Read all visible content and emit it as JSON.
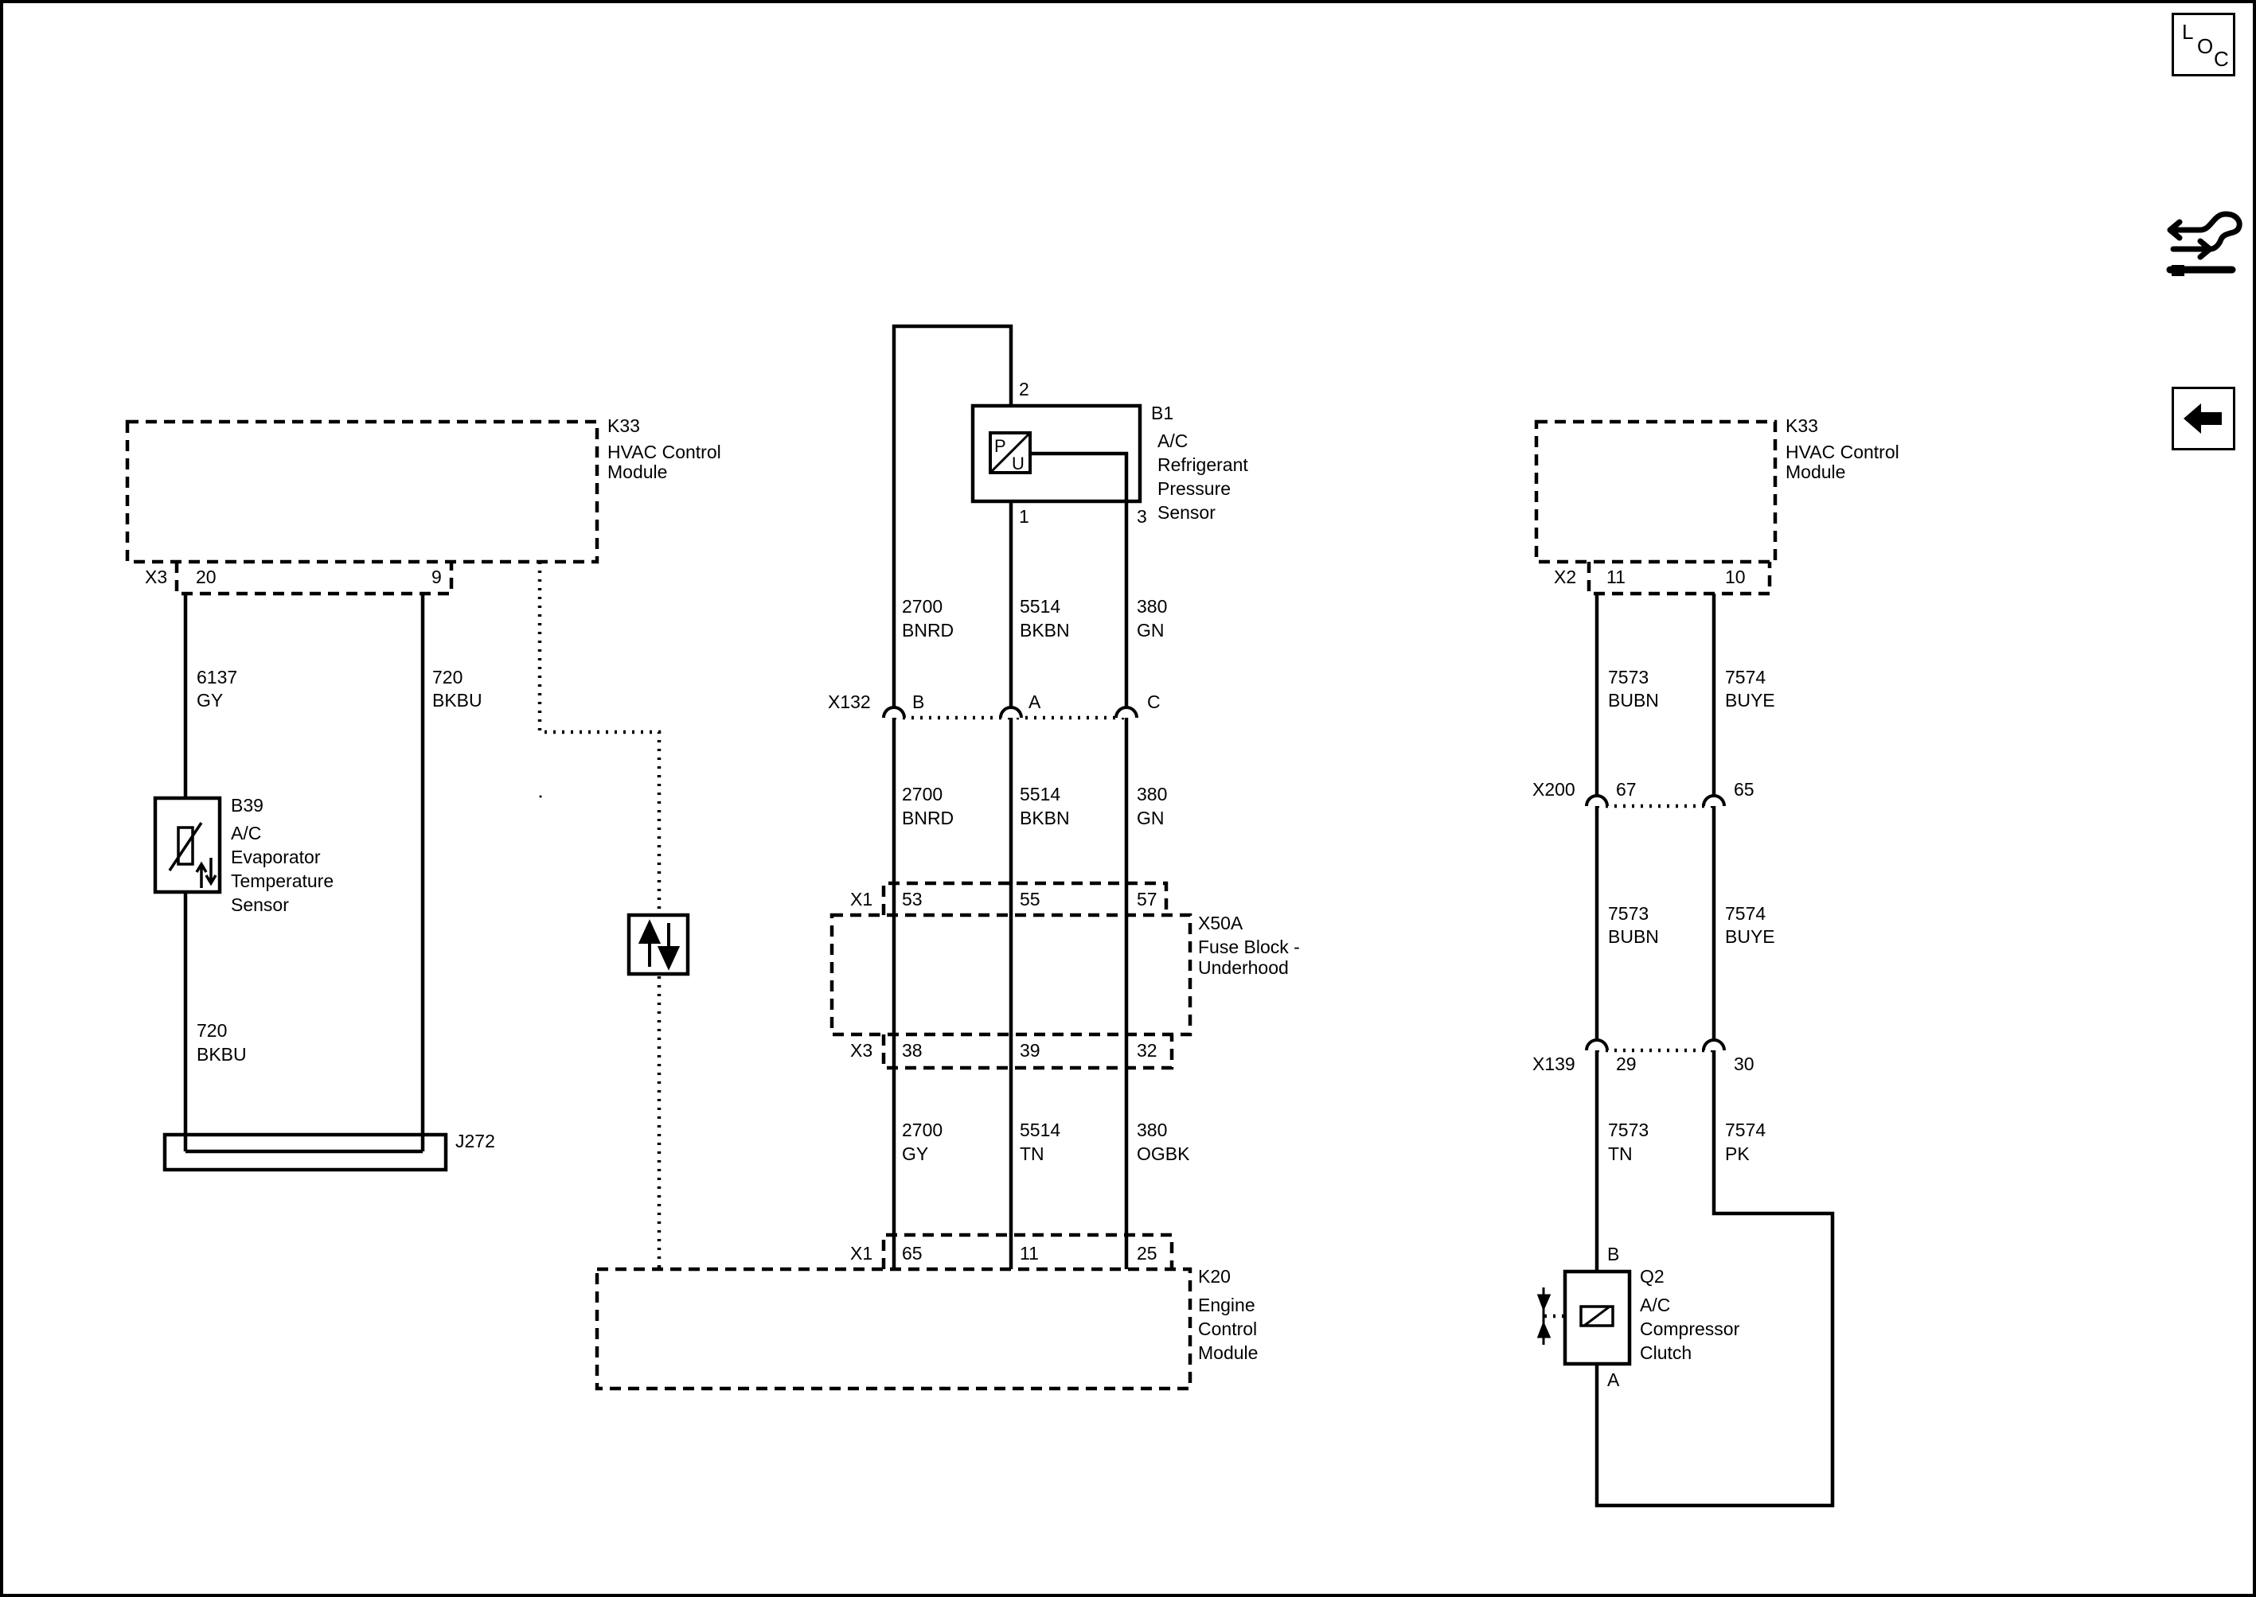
{
  "nav": {
    "loc_button": {
      "l": "L",
      "o": "O",
      "c": "C"
    }
  },
  "components": {
    "k33_left": {
      "ref": "K33",
      "name_line1": "HVAC Control",
      "name_line2": "Module",
      "connector": "X3",
      "pin_a": "20",
      "pin_b": "9"
    },
    "b39": {
      "ref": "B39",
      "line1": "A/C",
      "line2": "Evaporator",
      "line3": "Temperature",
      "line4": "Sensor"
    },
    "j272": {
      "ref": "J272"
    },
    "b1": {
      "ref": "B1",
      "line1": "A/C",
      "line2": "Refrigerant",
      "line3": "Pressure",
      "line4": "Sensor",
      "pin_top": "2",
      "pin_left": "1",
      "pin_right": "3",
      "symbol_p": "P",
      "symbol_u": "U"
    },
    "x132": {
      "ref": "X132",
      "pin_b": "B",
      "pin_a": "A",
      "pin_c": "C"
    },
    "x50a": {
      "ref": "X50A",
      "line1": "Fuse Block -",
      "line2": "Underhood",
      "top_connector": "X1",
      "top_pins": [
        "53",
        "55",
        "57"
      ],
      "bottom_connector": "X3",
      "bottom_pins": [
        "38",
        "39",
        "32"
      ]
    },
    "k20": {
      "ref": "K20",
      "line1": "Engine",
      "line2": "Control",
      "line3": "Module",
      "connector": "X1",
      "pins": [
        "65",
        "11",
        "25"
      ]
    },
    "k33_right": {
      "ref": "K33",
      "name_line1": "HVAC Control",
      "name_line2": "Module",
      "connector": "X2",
      "pin_a": "11",
      "pin_b": "10"
    },
    "x200": {
      "ref": "X200",
      "pin_a": "67",
      "pin_b": "65"
    },
    "x139": {
      "ref": "X139",
      "pin_a": "29",
      "pin_b": "30"
    },
    "q2": {
      "ref": "Q2",
      "line1": "A/C",
      "line2": "Compressor",
      "line3": "Clutch",
      "pin_top": "B",
      "pin_bottom": "A"
    }
  },
  "wires": {
    "left_6137": {
      "circuit": "6137",
      "color": "GY"
    },
    "left_720_upper": {
      "circuit": "720",
      "color": "BKBU"
    },
    "left_720_lower": {
      "circuit": "720",
      "color": "BKBU"
    },
    "mid_upper": [
      {
        "circuit": "2700",
        "color": "BNRD"
      },
      {
        "circuit": "5514",
        "color": "BKBN"
      },
      {
        "circuit": "380",
        "color": "GN"
      }
    ],
    "mid_middle": [
      {
        "circuit": "2700",
        "color": "BNRD"
      },
      {
        "circuit": "5514",
        "color": "BKBN"
      },
      {
        "circuit": "380",
        "color": "GN"
      }
    ],
    "mid_lower": [
      {
        "circuit": "2700",
        "color": "GY"
      },
      {
        "circuit": "5514",
        "color": "TN"
      },
      {
        "circuit": "380",
        "color": "OGBK"
      }
    ],
    "right_upper": [
      {
        "circuit": "7573",
        "color": "BUBN"
      },
      {
        "circuit": "7574",
        "color": "BUYE"
      }
    ],
    "right_middle": [
      {
        "circuit": "7573",
        "color": "BUBN"
      },
      {
        "circuit": "7574",
        "color": "BUYE"
      }
    ],
    "right_lower": [
      {
        "circuit": "7573",
        "color": "TN"
      },
      {
        "circuit": "7574",
        "color": "PK"
      }
    ]
  }
}
